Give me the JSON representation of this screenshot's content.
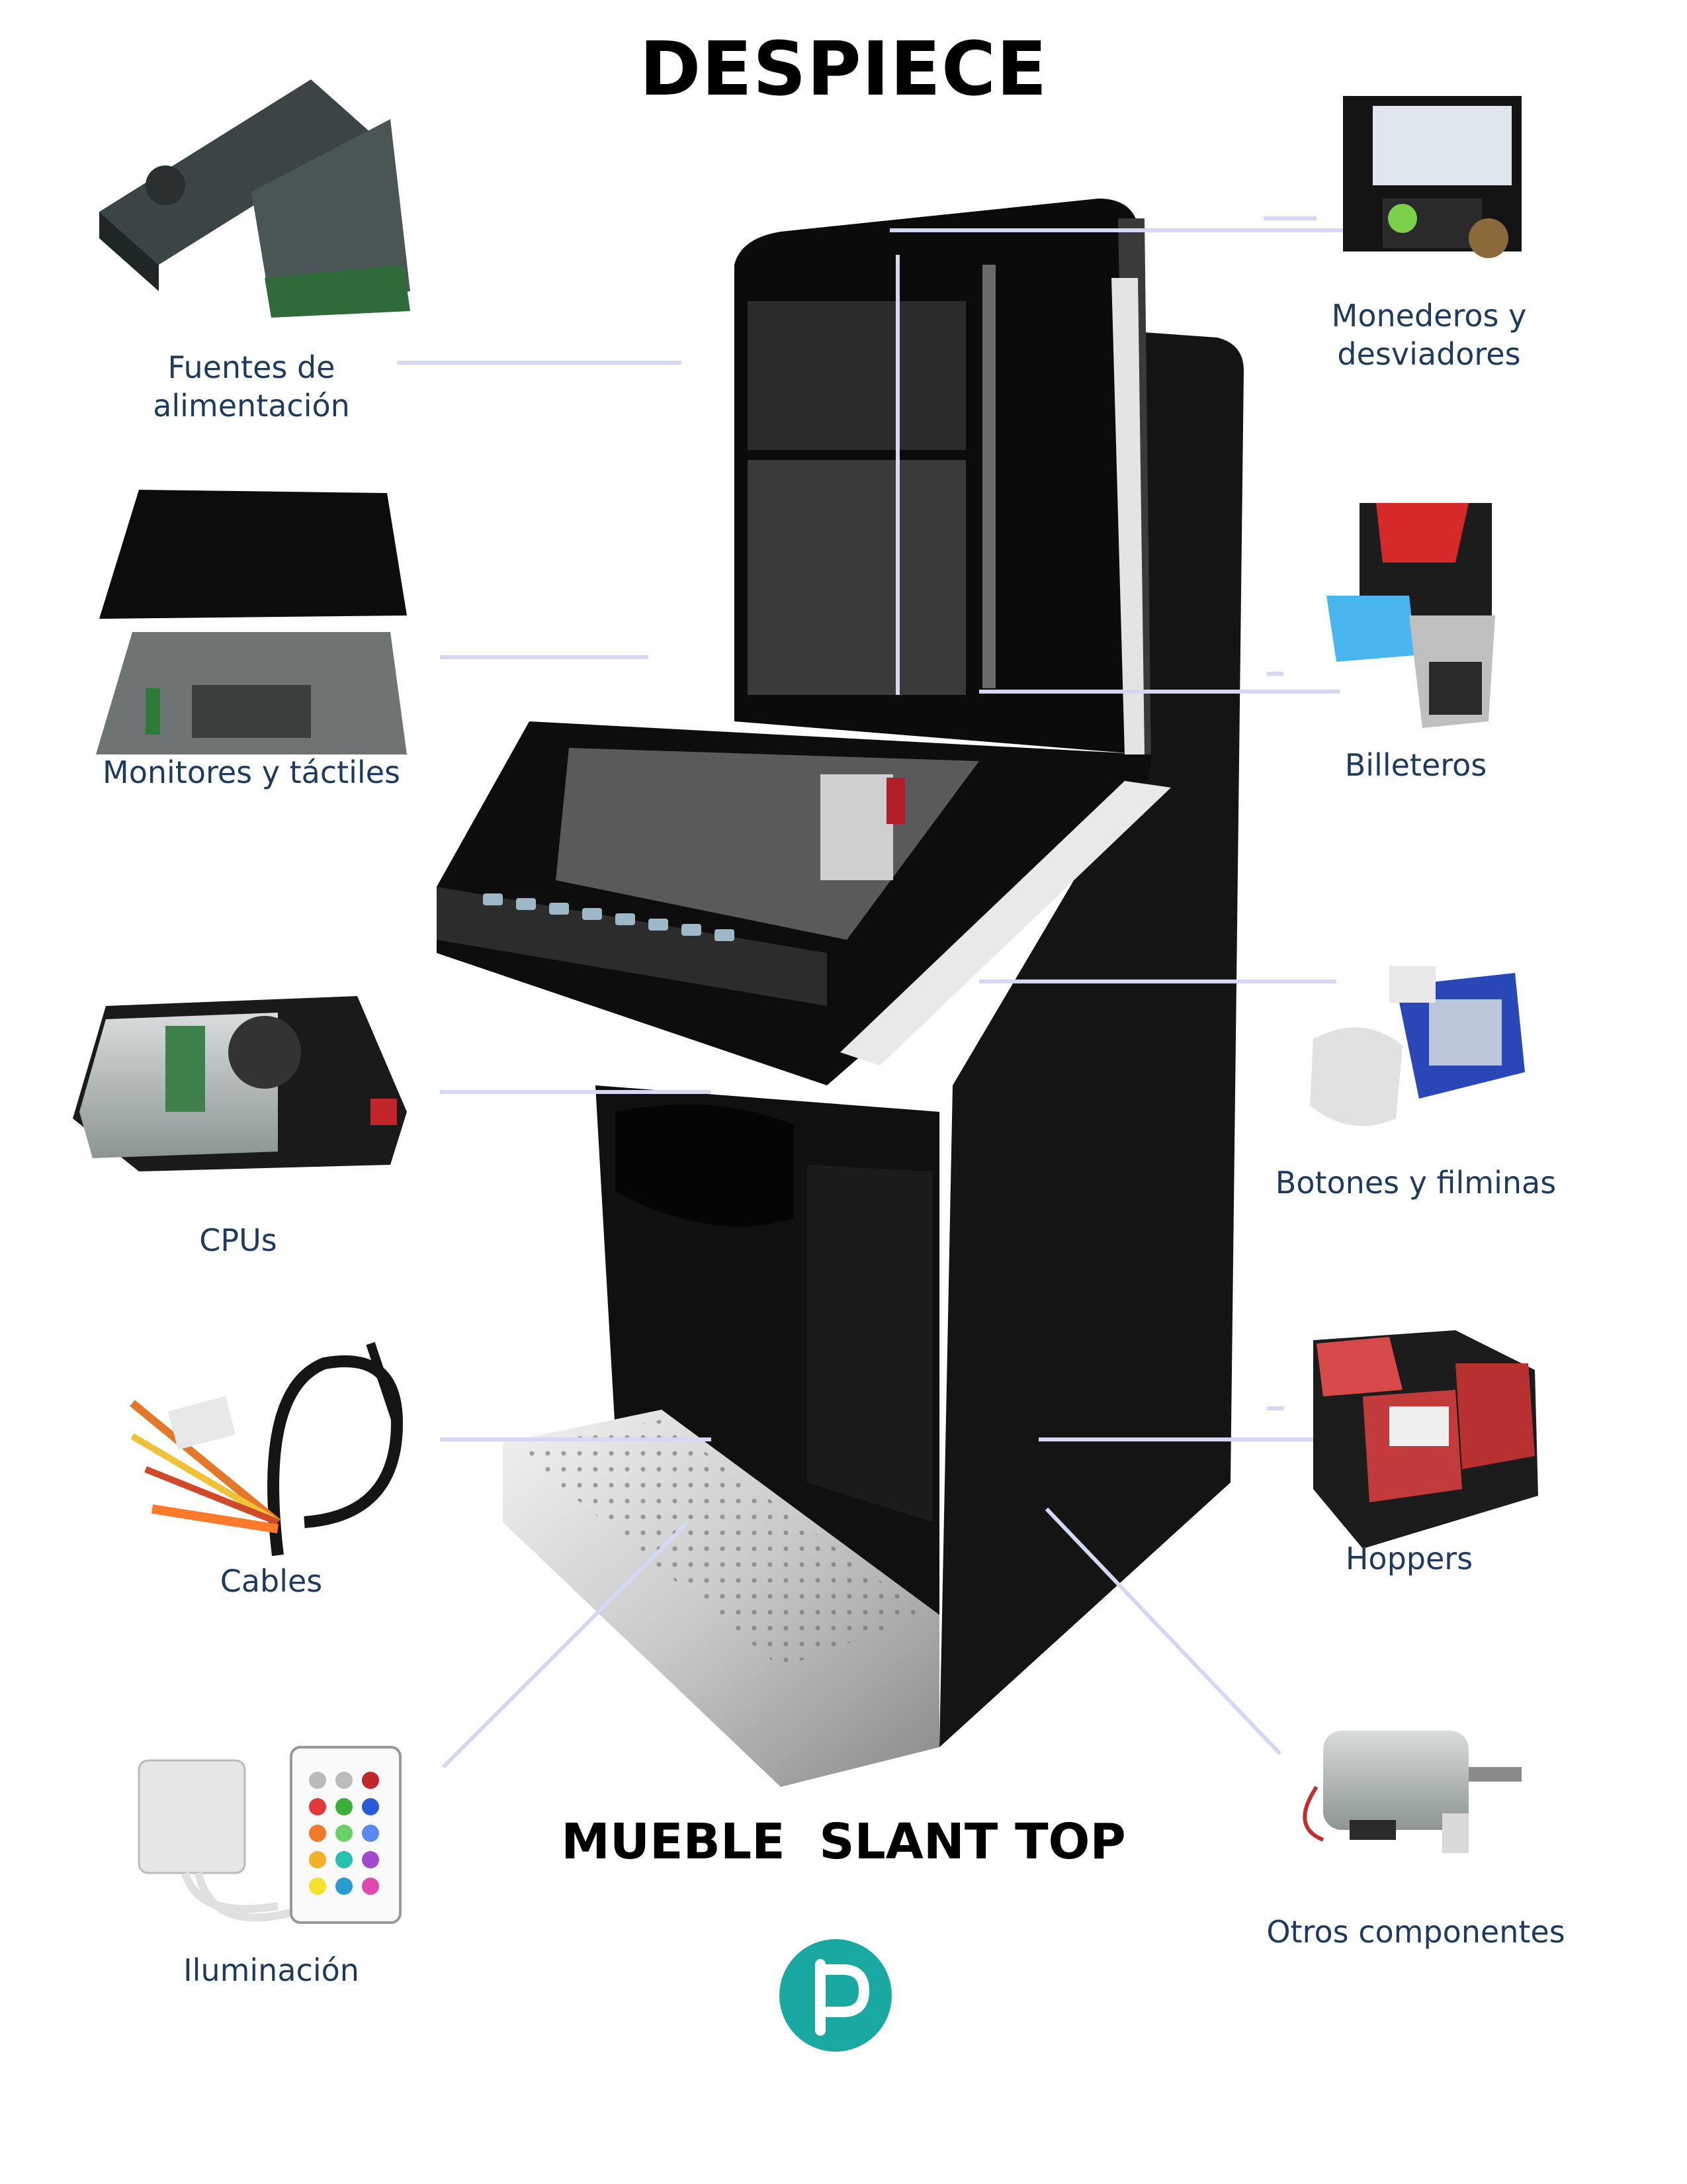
{
  "title": "DESPIECE",
  "subtitle": "MUEBLE  SLANT TOP",
  "components": {
    "power_supplies": "Fuentes de\nalimentación",
    "monitors": "Monitores y táctiles",
    "cpus": "CPUs",
    "cables": "Cables",
    "lighting": "Iluminación",
    "coin_validators": "Monederos y\ndesviadores",
    "bill_validators": "Billeteros",
    "buttons": "Botones y filminas",
    "hoppers": "Hoppers",
    "other": "Otros componentes"
  },
  "colors": {
    "connector_line": "#d4d8f2",
    "cabinet": "#111111",
    "logo": "#1aa9a2",
    "label_text": "#1f3a5f"
  }
}
